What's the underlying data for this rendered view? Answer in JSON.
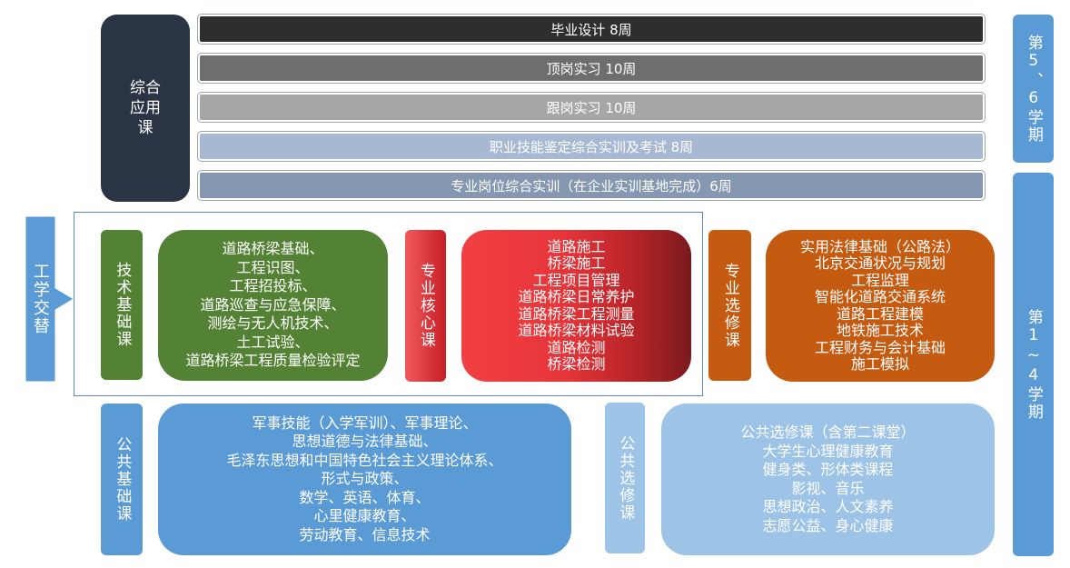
{
  "top_category": "综合应用课",
  "top_bars": [
    {
      "label": "毕业设计 8周",
      "color": "#2e2e2e"
    },
    {
      "label": "顶岗实习 10周",
      "color": "#6e6e6e"
    },
    {
      "label": "跟岗实习 10周",
      "color": "#a6a6a6"
    },
    {
      "label": "职业技能鉴定综合实训及考试 8周",
      "color": "#a7b8d3"
    },
    {
      "label": "专业岗位综合实训（在企业实训基地完成）6周",
      "color": "#8597b1"
    }
  ],
  "semester_top": "第5、6学期",
  "semester_bottom": "第1~4学期",
  "left_label": "工学交替",
  "tech_base": {
    "label": "技术基础课",
    "courses": [
      "道路桥梁基础、",
      "工程识图、",
      "工程招投标、",
      "道路巡查与应急保障、",
      "测绘与无人机技术、",
      "土工试验、",
      "道路桥梁工程质量检验评定"
    ]
  },
  "core": {
    "label": "专业核心课",
    "courses": [
      "道路施工",
      "桥梁施工",
      "工程项目管理",
      "道路桥梁日常养护",
      "道路桥梁工程测量",
      "道路桥梁材料试验",
      "道路检测",
      "桥梁检测"
    ]
  },
  "elective": {
    "label": "专业选修课",
    "courses": [
      "实用法律基础（公路法）",
      "北京交通状况与规划",
      "工程监理",
      "智能化道路交通系统",
      "道路工程建模",
      "地铁施工技术",
      "工程财务与会计基础",
      "施工模拟"
    ]
  },
  "public_base": {
    "label": "公共基础课",
    "courses": [
      "军事技能（入学军训）、军事理论、",
      "思想道德与法律基础、",
      "毛泽东思想和中国特色社会主义理论体系、",
      "形式与政策、",
      "数学、英语、体育、",
      "心里健康教育、",
      "劳动教育、信息技术"
    ]
  },
  "public_elective": {
    "label": "公共选修课",
    "courses": [
      "公共选修课（含第二课堂）",
      "大学生心理健康教育",
      "健身类、形体类课程",
      "影视、音乐",
      "思想政治、人文素养",
      "志愿公益、身心健康"
    ]
  },
  "colors": {
    "dark_navy": "#2b3444",
    "green": "#548235",
    "red": "#e02a2f",
    "orange": "#c55a11",
    "blue": "#5b9bd5",
    "light_blue": "#9dc3e6"
  }
}
